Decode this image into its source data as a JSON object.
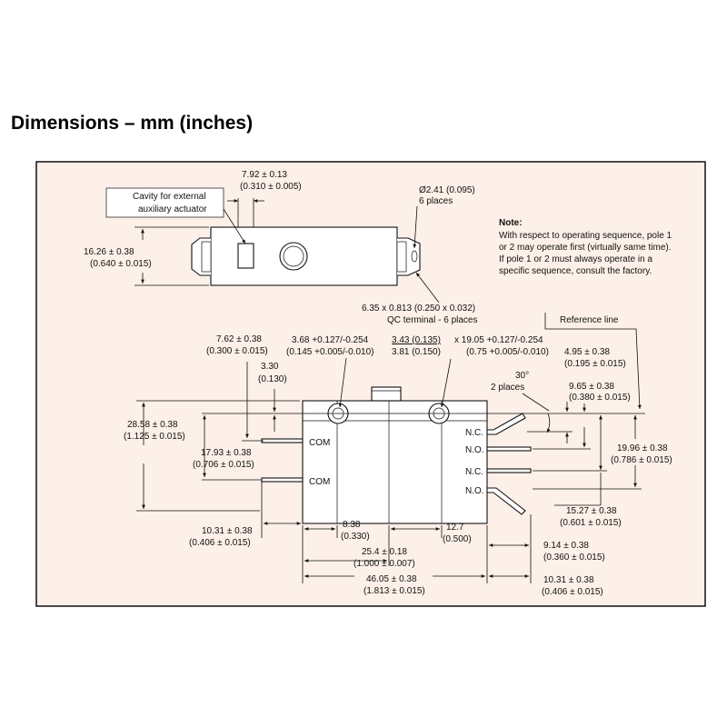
{
  "title": "Dimensions – mm (inches)",
  "colors": {
    "panel_bg": "#fdf0e8",
    "panel_border": "#111111",
    "line": "#111111",
    "body_fill": "#ffffff"
  },
  "top_view": {
    "width_dim": [
      "7.92 ± 0.13",
      "(0.310 ± 0.005)"
    ],
    "cavity_label": [
      "Cavity for external",
      "auxiliary actuator"
    ],
    "height_dim": [
      "16.26 ± 0.38",
      "(0.640 ± 0.015)"
    ],
    "hole_dim": [
      "Ø2.41 (0.095)",
      "6 places"
    ],
    "terminal_dim": [
      "6.35 x 0.813 (0.250 x 0.032)",
      "QC terminal - 6 places"
    ]
  },
  "note": {
    "heading": "Note:",
    "lines": [
      "With respect to operating sequence, pole 1",
      "or 2 may operate first (virtually same time).",
      "If pole 1 or 2 must always operate in a",
      "specific sequence, consult the factory."
    ]
  },
  "front_view": {
    "reference_line": "Reference line",
    "dim_762": [
      "7.62 ± 0.38",
      "(0.300 ± 0.015)"
    ],
    "dim_330": [
      "3.30",
      "(0.130)"
    ],
    "dim_368": [
      "3.68 +0.127/-0.254",
      "(0.145 +0.005/-0.010)"
    ],
    "dim_343_a": "3.43 (0.135)",
    "dim_343_b": "3.81 (0.150)",
    "dim_1905_a": "x 19.05 +0.127/-0.254",
    "dim_1905_b": "(0.75 +0.005/-0.010)",
    "dim_495": [
      "4.95 ± 0.38",
      "(0.195 ± 0.015)"
    ],
    "dim_965": [
      "9.65 ± 0.38",
      "(0.380 ± 0.015)"
    ],
    "angle": [
      "30°",
      "2 places"
    ],
    "dim_2858": [
      "28.58 ± 0.38",
      "(1.125 ± 0.015)"
    ],
    "dim_1793": [
      "17.93 ± 0.38",
      "(0.706 ± 0.015)"
    ],
    "dim_1996": [
      "19.96 ± 0.38",
      "(0.786 ± 0.015)"
    ],
    "dim_1527": [
      "15.27 ± 0.38",
      "(0.601 ± 0.015)"
    ],
    "dim_1031_left": [
      "10.31 ± 0.38",
      "(0.406 ± 0.015)"
    ],
    "dim_838": [
      "8.38",
      "(0.330)"
    ],
    "dim_127": [
      "12.7",
      "(0.500)"
    ],
    "dim_254": [
      "25.4 ± 0.18",
      "(1.000 ± 0.007)"
    ],
    "dim_4605": [
      "46.05 ± 0.38",
      "(1.813 ± 0.015)"
    ],
    "dim_914": [
      "9.14 ± 0.38",
      "(0.360 ± 0.015)"
    ],
    "dim_1031_right": [
      "10.31 ± 0.38",
      "(0.406 ± 0.015)"
    ],
    "terminals": {
      "com1": "COM",
      "com2": "COM",
      "nc1": "N.C.",
      "no1": "N.O.",
      "nc2": "N.C.",
      "no2": "N.O."
    }
  }
}
